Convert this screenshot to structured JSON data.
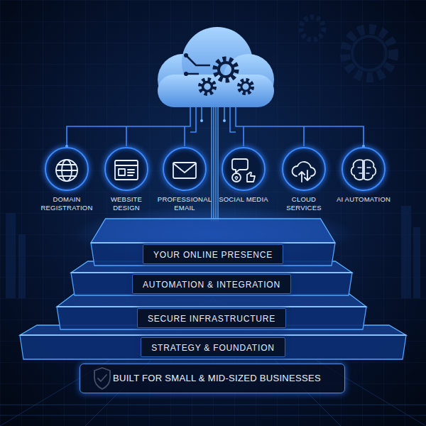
{
  "diagram": {
    "nodes": [
      {
        "text": [
          "DOMAIN REGISTRATION"
        ]
      },
      {
        "text": [
          "WEBSITE DESIGN"
        ]
      },
      {
        "text": [
          "PROFESSIONAL EMAIL"
        ]
      },
      {
        "text": [
          "SOCIAL MEDIA"
        ]
      },
      {
        "text": [
          "CLOUD SERVICES"
        ]
      },
      {
        "text": [
          "AI AUTOMATION"
        ]
      },
      {
        "text": [
          "YOUR ONLINE PRESENCE"
        ]
      },
      {
        "text": [
          "AUTOMATION & INTEGRATION"
        ]
      },
      {
        "text": [
          "SECURE INFRASTRUCTURE"
        ]
      },
      {
        "text": [
          "STRATEGY & FOUNDATION"
        ]
      },
      {
        "text": [
          "BUILT FOR SMALL & MID-SIZED BUSINESSES"
        ]
      }
    ]
  }
}
